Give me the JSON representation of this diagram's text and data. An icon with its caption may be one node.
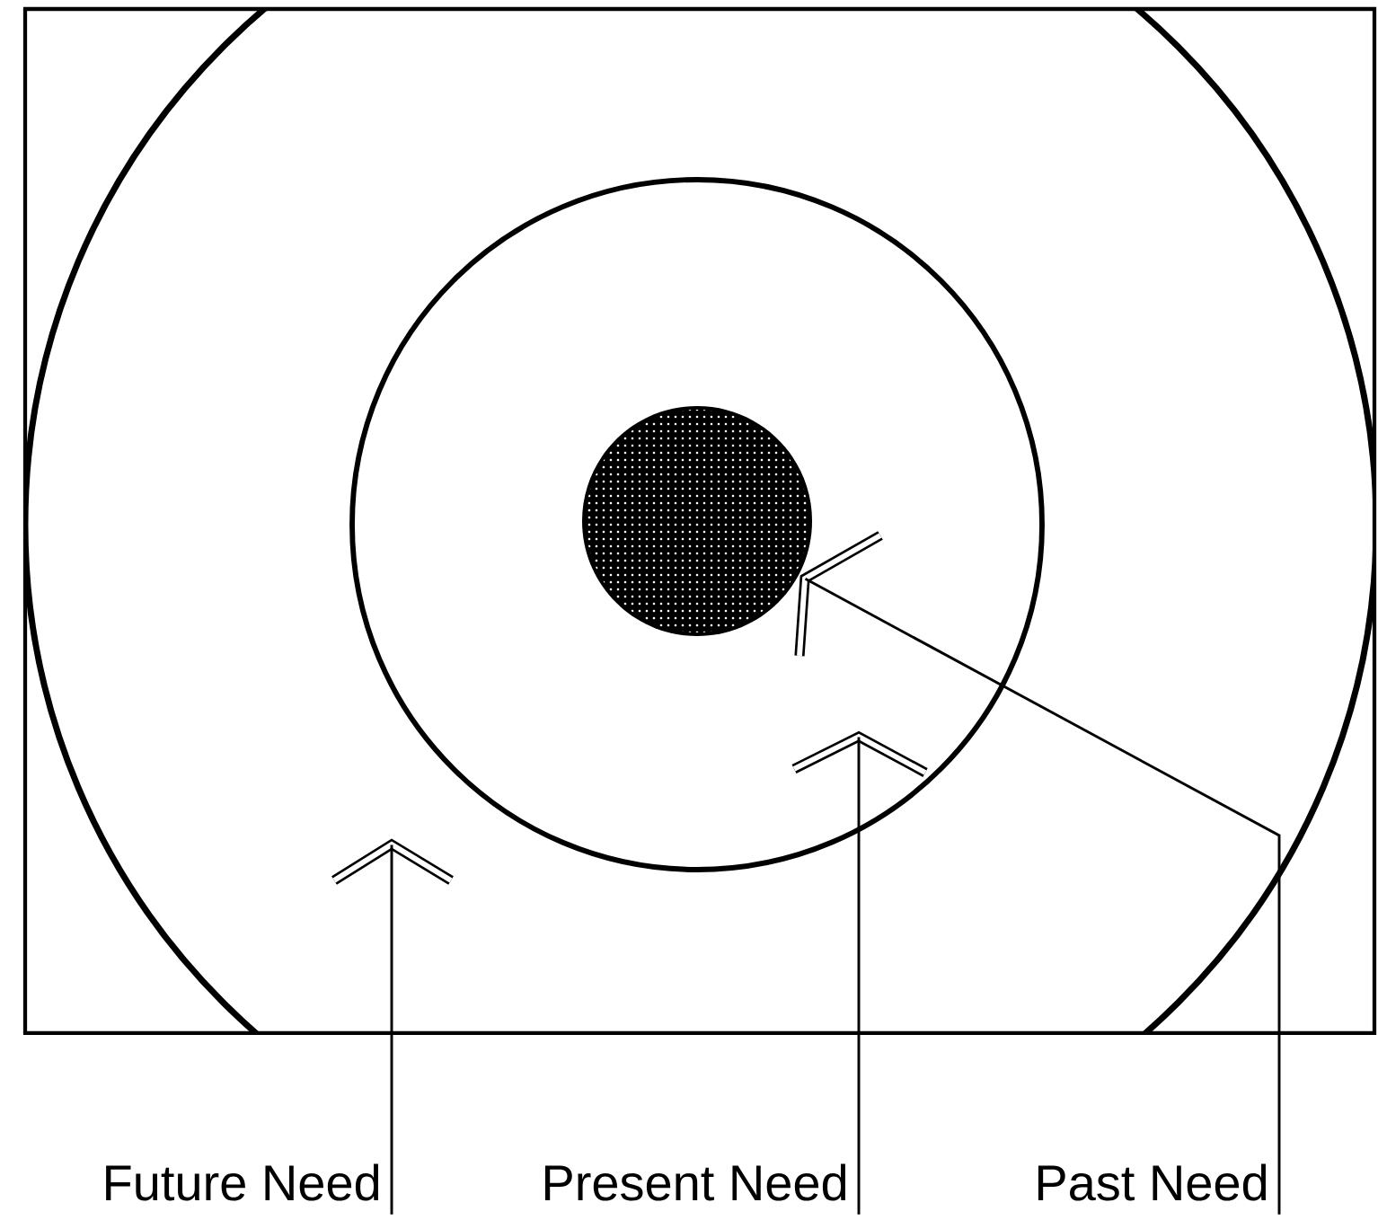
{
  "diagram": {
    "nodes": [
      {
        "text": [],
        "shape": "chevron"
      },
      {
        "text": [],
        "shape": "chevron"
      },
      {
        "text": [],
        "shape": "chevron"
      },
      {
        "text": [
          "Future Need"
        ]
      },
      {
        "text": [
          "Present Need"
        ]
      },
      {
        "text": [
          "Past Need"
        ]
      }
    ],
    "edges": [
      {
        "from": 3,
        "to": 2,
        "arrow": "none"
      },
      {
        "from": 4,
        "to": 1,
        "arrow": "none"
      },
      {
        "from": 5,
        "to": 0,
        "arrow": "none"
      }
    ]
  }
}
